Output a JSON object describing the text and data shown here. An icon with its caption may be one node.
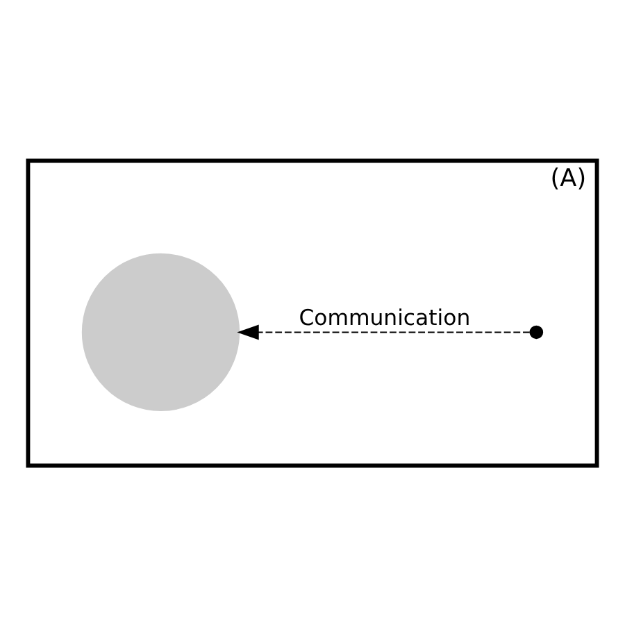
{
  "diagram": {
    "nodes": [
      {
        "text": [
          "(A)"
        ]
      },
      {
        "text": [],
        "shape": "circle",
        "in": 0
      },
      {
        "text": [],
        "shape": "dot",
        "in": 0
      }
    ],
    "edges": [
      {
        "from": 2,
        "to": 1,
        "arrow": "to",
        "style": "dashed",
        "label": "Communication"
      }
    ]
  }
}
